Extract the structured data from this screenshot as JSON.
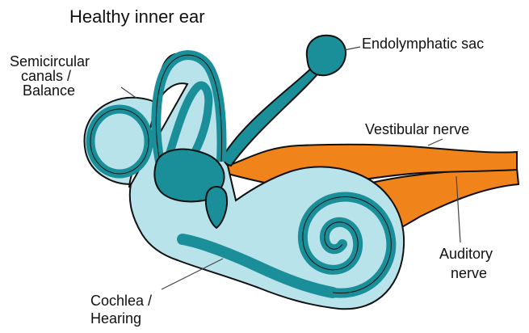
{
  "title": "Healthy inner ear",
  "labels": {
    "semicircular_line1": "Semicircular",
    "semicircular_line2": "canals /",
    "semicircular_line3": "Balance",
    "endolymphatic_sac": "Endolymphatic sac",
    "vestibular_nerve": "Vestibular nerve",
    "auditory_line1": "Auditory",
    "auditory_line2": "nerve",
    "cochlea_line1": "Cochlea /",
    "cochlea_line2": "Hearing"
  },
  "colors": {
    "membrane": "#1b8f99",
    "bone": "#b8e3ea",
    "nerve": "#f0831a",
    "outline": "#111111",
    "leader": "#444444"
  }
}
